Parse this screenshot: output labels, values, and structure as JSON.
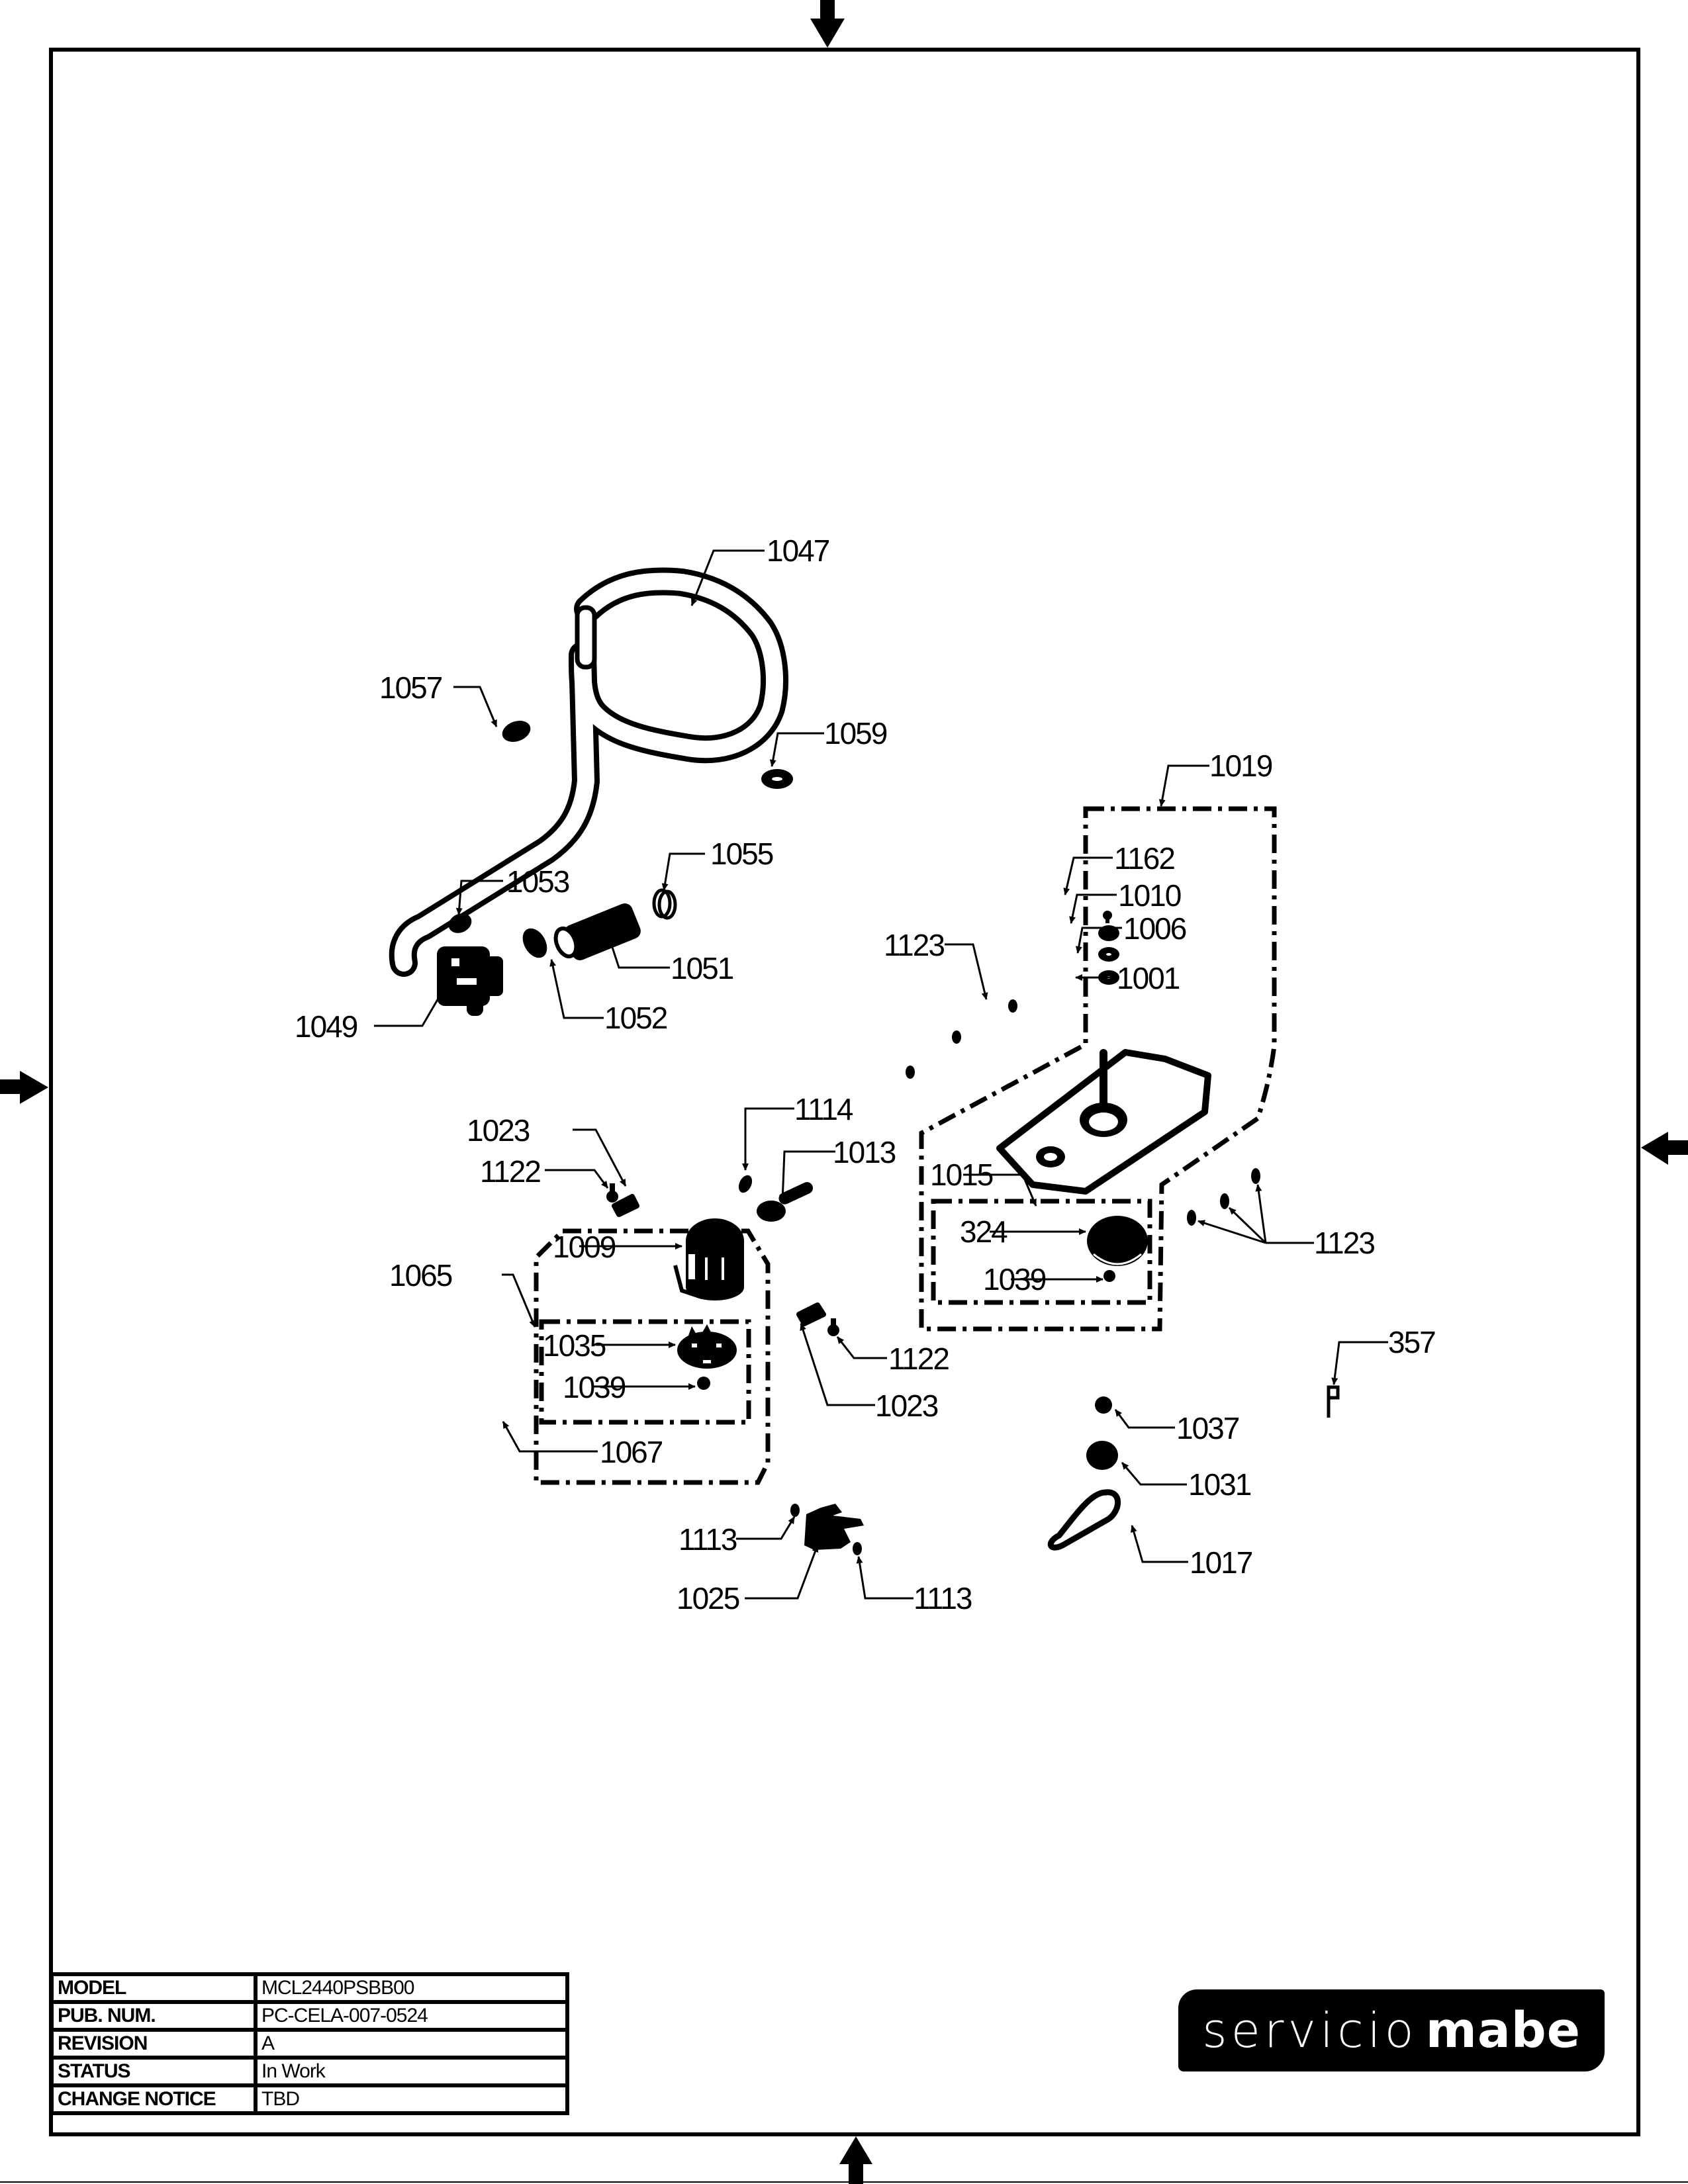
{
  "document": {
    "type": "exploded-parts-diagram",
    "brand_logo": {
      "light": "servicio",
      "bold": "mabe"
    },
    "title_block": [
      {
        "key": "MODEL",
        "value": "MCL2440PSBB00"
      },
      {
        "key": "PUB. NUM.",
        "value": "PC-CELA-007-0524"
      },
      {
        "key": "REVISION",
        "value": "A"
      },
      {
        "key": "STATUS",
        "value": "In Work"
      },
      {
        "key": "CHANGE NOTICE",
        "value": "TBD"
      }
    ]
  },
  "callouts": {
    "c1047": "1047",
    "c1057": "1057",
    "c1059": "1059",
    "c1055": "1055",
    "c1053": "1053",
    "c1051": "1051",
    "c1049": "1049",
    "c1052": "1052",
    "c1019": "1019",
    "c1162": "1162",
    "c1010": "1010",
    "c1006": "1006",
    "c1001": "1001",
    "c1123a": "1123",
    "c1015": "1015",
    "c324": "324",
    "c1039b": "1039",
    "c1123b": "1123",
    "c1114": "1114",
    "c1013": "1013",
    "c1023a": "1023",
    "c1122a": "1122",
    "c1009": "1009",
    "c1065": "1065",
    "c1035": "1035",
    "c1039a": "1039",
    "c1067": "1067",
    "c1122b": "1122",
    "c1023b": "1023",
    "c357": "357",
    "c1037": "1037",
    "c1031": "1031",
    "c1017": "1017",
    "c1113a": "1113",
    "c1025": "1025",
    "c1113b": "1113"
  }
}
